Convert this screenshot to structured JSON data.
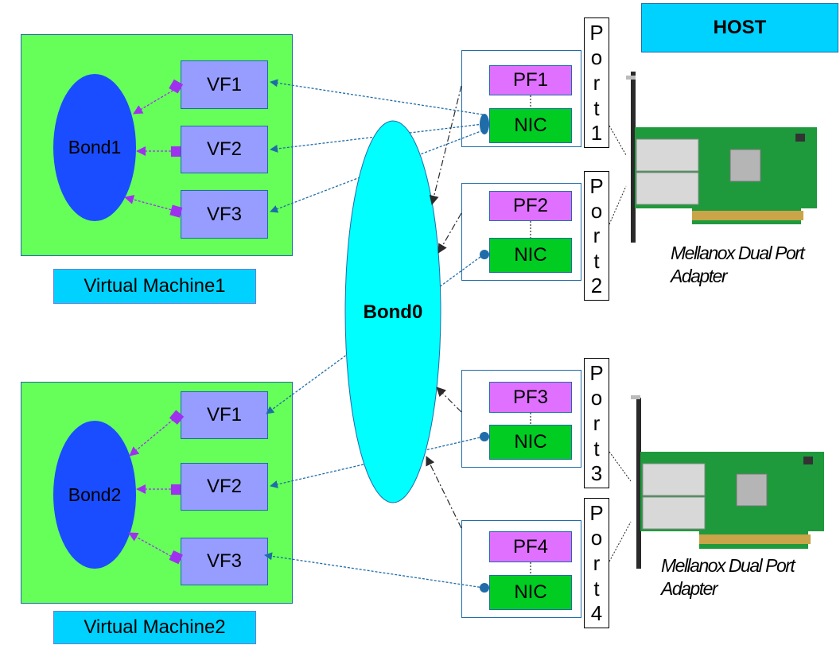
{
  "host": {
    "label": "HOST"
  },
  "bond0": {
    "label": "Bond0"
  },
  "virtual_machines": [
    {
      "label": "Virtual Machine1",
      "bond": "Bond1",
      "vfs": [
        "VF1",
        "VF2",
        "VF3"
      ]
    },
    {
      "label": "Virtual Machine2",
      "bond": "Bond2",
      "vfs": [
        "VF1",
        "VF2",
        "VF3"
      ]
    }
  ],
  "pf_groups": [
    {
      "pf": "PF1",
      "nic": "NIC",
      "port": [
        "P",
        "o",
        "r",
        "t",
        "1"
      ]
    },
    {
      "pf": "PF2",
      "nic": "NIC",
      "port": [
        "P",
        "o",
        "r",
        "t",
        "2"
      ]
    },
    {
      "pf": "PF3",
      "nic": "NIC",
      "port": [
        "P",
        "o",
        "r",
        "t",
        "3"
      ]
    },
    {
      "pf": "PF4",
      "nic": "NIC",
      "port": [
        "P",
        "o",
        "r",
        "t",
        "4"
      ]
    }
  ],
  "adapters": [
    {
      "caption_line1": "Mellanox Dual Port",
      "caption_line2": "Adapter"
    },
    {
      "caption_line1": "Mellanox Dual Port",
      "caption_line2": "Adapter"
    }
  ],
  "colors": {
    "vm_background": "#66ff5a",
    "vf_box": "#969dff",
    "bond_vm": "#1a4dff",
    "bond0": "#00ffff",
    "label_box": "#00d2ff",
    "pf_box": "#e070ff",
    "nic_box": "#00cc22",
    "link_blue": "#1f6ca8",
    "link_purple": "#a030f0"
  }
}
